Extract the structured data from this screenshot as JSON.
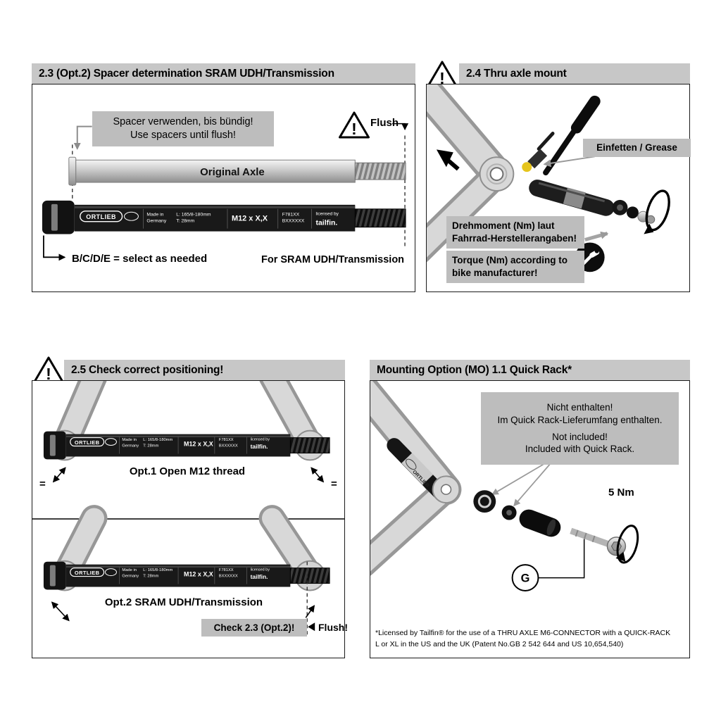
{
  "page": {
    "warning_mark": "!",
    "p23": {
      "title": "2.3 (Opt.2) Spacer determination SRAM UDH/Transmission",
      "spacer_de": "Spacer verwenden, bis bündig!",
      "spacer_en": "Use spacers until flush!",
      "flush_label": "Flush",
      "original_axle_label": "Original Axle",
      "select_label": "B/C/D/E = select as needed",
      "for_label": "For SRAM UDH/Transmission"
    },
    "axle_print": {
      "brand": "ORTLIEB",
      "made_in_1": "Made in",
      "made_in_2": "Germany",
      "length": "L: 165/8-180mm",
      "t": "T: 28mm",
      "thread": "M12 x X,X",
      "code_1": "F781XX",
      "code_2": "BXXXXXX",
      "licensed_by": "licensed by",
      "licensed_brand": "tailfin."
    },
    "p24": {
      "title": "2.4 Thru axle mount",
      "grease_label": "Einfetten / Grease",
      "torque_de_1": "Drehmoment (Nm) laut",
      "torque_de_2": "Fahrrad-Herstellerangaben!",
      "torque_en_1": "Torque (Nm) according to",
      "torque_en_2": "bike manufacturer!"
    },
    "p25": {
      "title": "2.5 Check correct positioning!",
      "opt1_label": "Opt.1 Open M12 thread",
      "opt2_label": "Opt.2 SRAM UDH/Transmission",
      "check_label": "Check 2.3 (Opt.2)!",
      "flush_label": "Flush!",
      "equal_left": "=",
      "equal_right": "="
    },
    "mo": {
      "title": "Mounting Option (MO) 1.1 Quick Rack*",
      "line_de_1": "Nicht enthalten!",
      "line_de_2": "Im Quick Rack-Lieferumfang enthalten.",
      "line_en_1": "Not included!",
      "line_en_2": "Included with Quick Rack.",
      "torque_value": "5 Nm",
      "connector_letter": "G",
      "footnote_1": "*Licensed by Tailfin® for the use of a THRU AXLE M6-CONNECTOR with a QUICK-RACK",
      "footnote_2": "L or XL in the US and the UK (Patent No.GB 2 542 644 and US 10,654,540)"
    }
  }
}
